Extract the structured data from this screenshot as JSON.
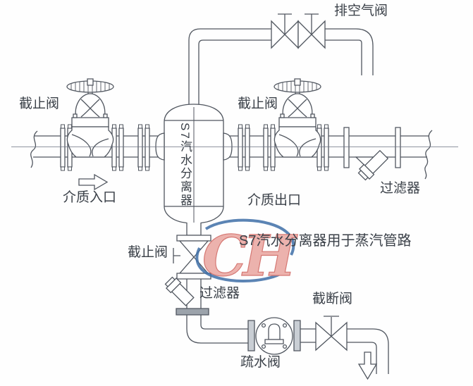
{
  "diagram": {
    "caption": "S7汽水分离器用于蒸汽管路",
    "separator_label": "S7汽水分离器",
    "labels": {
      "stop_valve_left": "截止阀",
      "stop_valve_mid": "截止阀",
      "air_vent_valve": "排空气阀",
      "strainer_right": "过滤器",
      "medium_inlet": "介质入口",
      "medium_outlet": "介质出口",
      "stop_valve_bottom": "截止阀",
      "strainer_bottom": "过滤器",
      "steam_trap": "疏水阀",
      "cutoff_valve": "截断阀"
    },
    "watermark": {
      "text": "CH",
      "red": "#e9a5a0",
      "blue": "#3f6fa8"
    },
    "colors": {
      "line": "#50565f",
      "text": "#3a4048",
      "background": "#fefefe"
    }
  }
}
